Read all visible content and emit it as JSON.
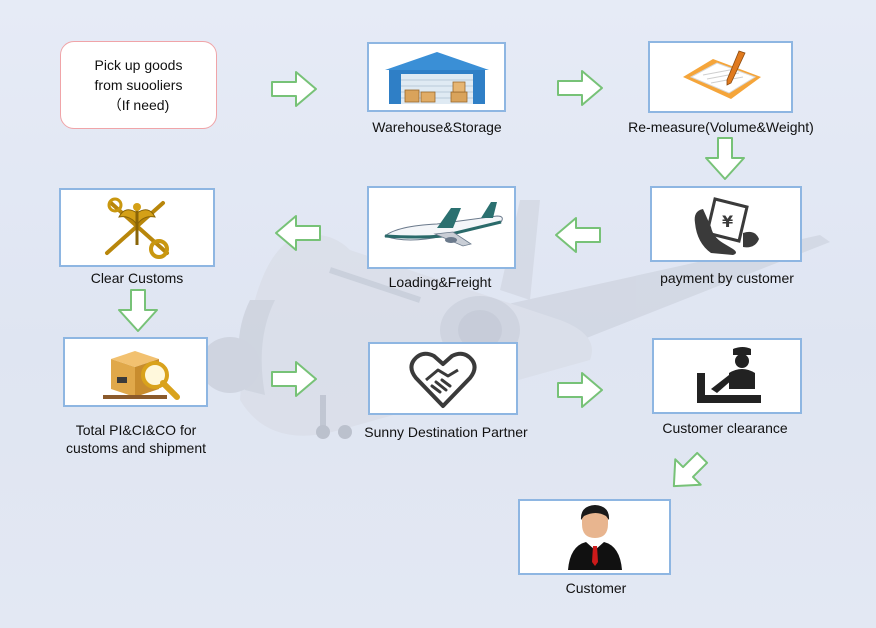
{
  "start": {
    "lines": [
      "Pick up goods",
      "from suooliers",
      "（If need)"
    ]
  },
  "steps": {
    "warehouse": {
      "label": "Warehouse&Storage",
      "icon": "warehouse-icon"
    },
    "remeasure": {
      "label": "Re-measure(Volume&Weight)",
      "icon": "clipboard-pen-icon"
    },
    "payment": {
      "label": "payment by customer",
      "icon": "payment-hand-icon"
    },
    "loading": {
      "label": "Loading&Freight",
      "icon": "airplane-icon"
    },
    "clear_customs": {
      "label": "Clear Customs",
      "icon": "customs-emblem-icon"
    },
    "documents": {
      "label_lines": [
        "Total PI&CI&CO for",
        "customs and shipment"
      ],
      "icon": "package-magnifier-icon"
    },
    "partner": {
      "label": "Sunny Destination Partner",
      "icon": "handshake-heart-icon"
    },
    "customer_clearance": {
      "label": "Customer clearance",
      "icon": "customs-officer-icon"
    },
    "customer": {
      "label": "Customer",
      "icon": "businessman-icon"
    }
  },
  "colors": {
    "node_border": "#8eb6e2",
    "start_border": "#f0a4a8",
    "arrow_stroke": "#77c277",
    "arrow_fill": "#ffffff"
  }
}
